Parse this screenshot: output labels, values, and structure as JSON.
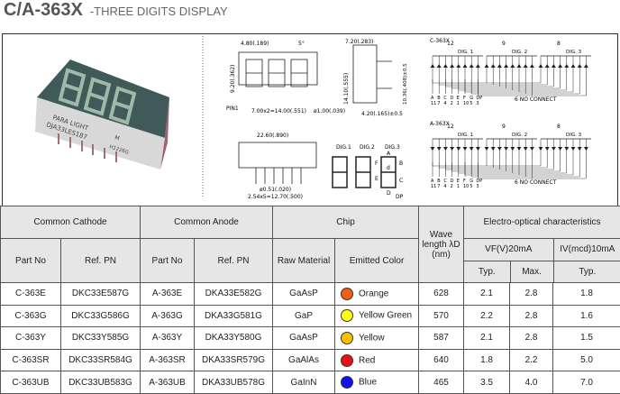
{
  "title": {
    "main": "C/A-363X",
    "sub": "-THREE DIGITS DISPLAY"
  },
  "photo": {
    "brand": "PARA LIGHT",
    "code": "DJA33LES187",
    "mark": "M",
    "lot": "H1226G"
  },
  "drawings": {
    "front": {
      "dim_digit": "4.80(.189)",
      "angle": "5°",
      "height": "9.20(.362)",
      "pitch": "7.00x2=14.00(.551)",
      "dp": "ø1.00(.039)",
      "pin1": "PIN1"
    },
    "side": {
      "width": "7.20(.283)",
      "height": "14.10(.555)",
      "pin_span": "10.36(.408)±0.5",
      "pin_len": "4.20(.165)±0.5"
    },
    "bottom": {
      "length": "22.60(.890)",
      "pin_dia": "ø0.51(.020)",
      "pin_pitch": "2.54x5=12.70(.500)"
    },
    "segments": {
      "digits": [
        "DIG.1",
        "DIG.2",
        "DIG.3"
      ],
      "labels": [
        "A",
        "B",
        "C",
        "D",
        "E",
        "F",
        "d",
        "DP"
      ]
    },
    "circuits": [
      {
        "name": "C-363X",
        "commons": [
          "12",
          "9",
          "8"
        ],
        "digits": [
          "DIG. 1",
          "DIG. 2",
          "DIG. 3"
        ],
        "segs": [
          "A",
          "B",
          "C",
          "D",
          "E",
          "F",
          "G",
          "DP"
        ],
        "pins": [
          "11",
          "7",
          "4",
          "2",
          "1",
          "10",
          "5",
          "3"
        ],
        "note": "6  NO CONNECT"
      },
      {
        "name": "A-363X",
        "commons": [
          "12",
          "9",
          "8"
        ],
        "digits": [
          "DIG. 1",
          "DIG. 2",
          "DIG. 3"
        ],
        "segs": [
          "A",
          "B",
          "C",
          "D",
          "E",
          "F",
          "G",
          "DP"
        ],
        "pins": [
          "11",
          "7",
          "4",
          "2",
          "1",
          "10",
          "5",
          "3"
        ],
        "note": "6  NO CONNECT"
      }
    ]
  },
  "table": {
    "groups": {
      "cathode": "Common Cathode",
      "anode": "Common Anode",
      "chip": "Chip",
      "wave": "Wave length λD (nm)",
      "electro": "Electro-optical characteristics",
      "vf": "VF(V)20mA",
      "iv": "IV(mcd)10mA"
    },
    "cols": {
      "part": "Part No",
      "ref": "Ref. PN",
      "raw": "Raw Material",
      "emitted": "Emitted Color",
      "typ": "Typ.",
      "max": "Max."
    },
    "rows": [
      {
        "c_part": "C-363E",
        "c_ref": "DKC33E587G",
        "a_part": "A-363E",
        "a_ref": "DKA33E582G",
        "raw": "GaAsP",
        "color": "Orange",
        "hex": "#f06010",
        "wave": "628",
        "vf_typ": "2.1",
        "vf_max": "2.8",
        "iv_typ": "1.8"
      },
      {
        "c_part": "C-363G",
        "c_ref": "DKC33G586G",
        "a_part": "A-363G",
        "a_ref": "DKA33G581G",
        "raw": "GaP",
        "color": "Yellow Green",
        "hex": "#ffff10",
        "wave": "570",
        "vf_typ": "2.2",
        "vf_max": "2.8",
        "iv_typ": "1.6"
      },
      {
        "c_part": "C-363Y",
        "c_ref": "DKC33Y585G",
        "a_part": "A-363Y",
        "a_ref": "DKA33Y580G",
        "raw": "GaAsP",
        "color": "Yellow",
        "hex": "#ffc000",
        "wave": "587",
        "vf_typ": "2.1",
        "vf_max": "2.8",
        "iv_typ": "1.5"
      },
      {
        "c_part": "C-363SR",
        "c_ref": "DKC33SR584G",
        "a_part": "A-363SR",
        "a_ref": "DKA33SR579G",
        "raw": "GaAlAs",
        "color": "Red",
        "hex": "#ee1010",
        "wave": "640",
        "vf_typ": "1.8",
        "vf_max": "2.2",
        "iv_typ": "5.0"
      },
      {
        "c_part": "C-363UB",
        "c_ref": "DKC33UB583G",
        "a_part": "A-363UB",
        "a_ref": "DKA33UB578G",
        "raw": "GaInN",
        "color": "Blue",
        "hex": "#1010ee",
        "wave": "465",
        "vf_typ": "3.5",
        "vf_max": "4.0",
        "iv_typ": "7.0"
      }
    ]
  }
}
